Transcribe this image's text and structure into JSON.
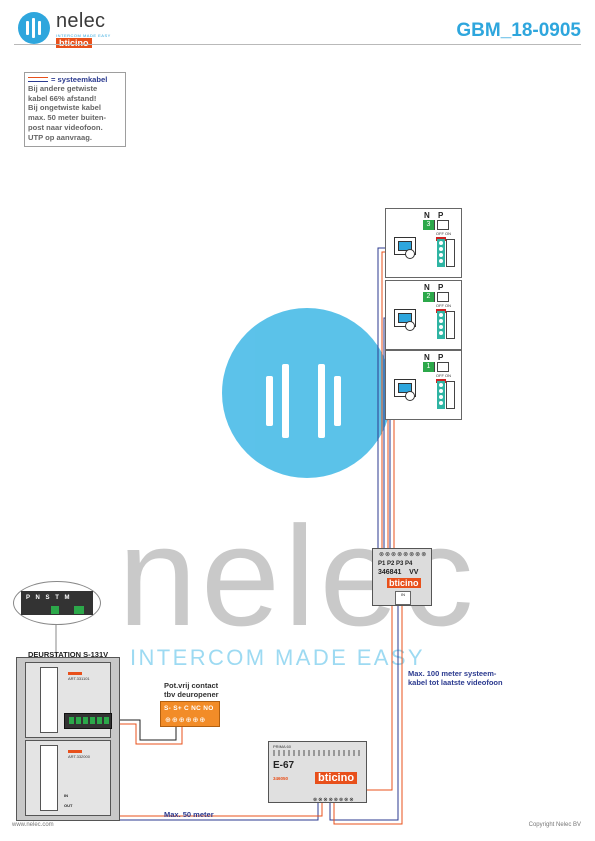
{
  "header": {
    "brand_name": "nelec",
    "brand_tagline": "INTERCOM MADE EASY",
    "brand_partner": "bticino",
    "document_code": "GBM_18-0905"
  },
  "note": {
    "title": "= systeemkabel",
    "lines": [
      "Bij andere getwiste",
      "kabel 66% afstand!",
      "Bij ongetwiste kabel",
      "max. 50 meter buiten-",
      "post naar videofoon.",
      "UTP op aanvraag."
    ]
  },
  "watermark": {
    "word": "nelec",
    "tagline": "INTERCOM MADE EASY"
  },
  "videophones": [
    {
      "n_label": "N",
      "p_label": "P",
      "number": "3",
      "switch_label": "OFF ON"
    },
    {
      "n_label": "N",
      "p_label": "P",
      "number": "2",
      "switch_label": "OFF ON"
    },
    {
      "n_label": "N",
      "p_label": "P",
      "number": "1",
      "switch_label": "OFF ON"
    }
  ],
  "distributor": {
    "port_labels": "P1 P2 P3 P4",
    "model": "346841",
    "model_suffix": "VV",
    "brand": "bticino",
    "in_label": "IN"
  },
  "door_callout": {
    "labels": "P N S T M"
  },
  "door_station": {
    "title": "DEURSTATION S-131V",
    "module_top_code": "ART.331101",
    "module_bottom_code": "ART.332000",
    "in_label": "IN",
    "out_label": "OUT"
  },
  "relay": {
    "title_line1": "Pot.vrij contact",
    "title_line2": "tbv deuropener",
    "labels": "S-  S+ C NC NO"
  },
  "supply": {
    "top_text": "PRIMA 60",
    "model": "E-67",
    "code": "346050",
    "brand": "bticino"
  },
  "annotations": {
    "distance_riser_line1": "Max. 100 meter systeem-",
    "distance_riser_line2": "kabel tot laatste videofoon",
    "distance_bottom": "Max. 50 meter"
  },
  "footer": {
    "website": "www.nelec.com",
    "copyright": "Copyright Nelec BV"
  },
  "colors": {
    "brand_blue": "#2ea6dd",
    "bticino_orange": "#e8501b",
    "wire_red": "#e8501b",
    "wire_blue": "#2b3a8f",
    "relay_orange": "#f28c28",
    "green_indicator": "#2ca84a"
  }
}
